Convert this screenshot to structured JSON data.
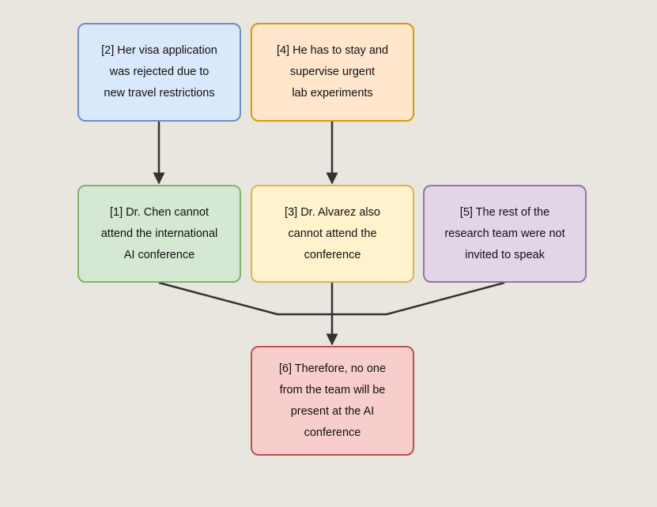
{
  "diagram": {
    "nodes": [
      {
        "id": "n2",
        "lines": [
          "[2] Her visa application",
          "was rejected due to",
          "new travel restrictions"
        ]
      },
      {
        "id": "n4",
        "lines": [
          "[4] He has to stay and",
          "supervise urgent",
          "lab experiments"
        ]
      },
      {
        "id": "n1",
        "lines": [
          "[1] Dr. Chen cannot",
          "attend the international",
          "AI conference"
        ]
      },
      {
        "id": "n3",
        "lines": [
          "[3] Dr. Alvarez also",
          "cannot attend the",
          "conference"
        ]
      },
      {
        "id": "n5",
        "lines": [
          "[5] The rest of the",
          "research team were not",
          "invited to speak"
        ]
      },
      {
        "id": "n6",
        "lines": [
          "[6] Therefore, no one",
          "from the team will be",
          "present at the AI",
          "conference"
        ]
      }
    ],
    "edges": [
      {
        "from": "n2",
        "to": "n1"
      },
      {
        "from": "n4",
        "to": "n3"
      },
      {
        "from": [
          "n1",
          "n3",
          "n5"
        ],
        "to": "n6"
      }
    ],
    "colors": {
      "background": "#e9e6e0",
      "edge": "#333333",
      "n1_fill": "#d5e8d4",
      "n1_stroke": "#82b366",
      "n2_fill": "#dae8fc",
      "n2_stroke": "#6c8ebf",
      "n3_fill": "#fff2cc",
      "n3_stroke": "#d6b656",
      "n4_fill": "#ffe6cc",
      "n4_stroke": "#d79b00",
      "n5_fill": "#e1d5e7",
      "n5_stroke": "#9673a6",
      "n6_fill": "#f8cecc",
      "n6_stroke": "#b85450"
    }
  }
}
